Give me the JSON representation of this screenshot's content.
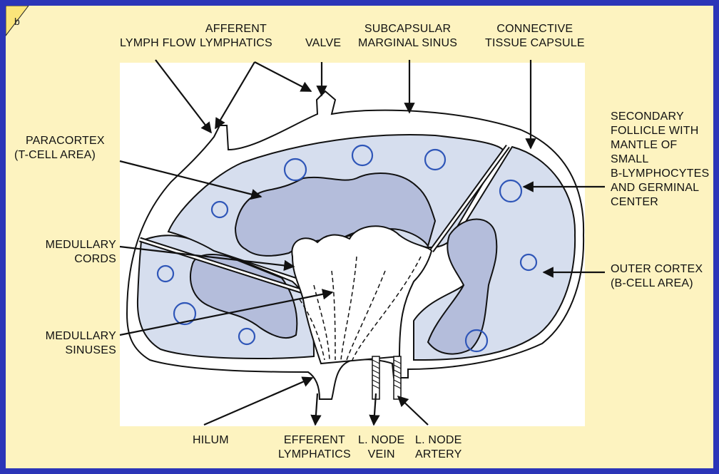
{
  "panel_letter": "b",
  "labels": {
    "afferent_lymphatics": [
      "AFFERENT",
      "LYMPHATICS"
    ],
    "lymph_flow": [
      "LYMPH FLOW"
    ],
    "valve": [
      "VALVE"
    ],
    "subcapsular_marginal_sinus": [
      "SUBCAPSULAR",
      "MARGINAL SINUS"
    ],
    "connective_tissue_capsule": [
      "CONNECTIVE",
      "TISSUE CAPSULE"
    ],
    "secondary_follicle": [
      "SECONDARY",
      "FOLLICLE WITH",
      "MANTLE OF",
      "SMALL",
      "B-LYMPHOCYTES",
      "AND GERMINAL",
      "CENTER"
    ],
    "paracortex": [
      "PARACORTEX",
      "(T-CELL AREA)"
    ],
    "medullary_cords": [
      "MEDULLARY",
      "CORDS"
    ],
    "medullary_sinuses": [
      "MEDULLARY",
      "SINUSES"
    ],
    "outer_cortex": [
      "OUTER CORTEX",
      "(B-CELL AREA)"
    ],
    "hilum": [
      "HILUM"
    ],
    "efferent_lymphatics": [
      "EFFERENT",
      "LYMPHATICS"
    ],
    "node_vein": [
      "L. NODE",
      "VEIN"
    ],
    "node_artery": [
      "L. NODE",
      "ARTERY"
    ]
  },
  "colors": {
    "border": "#2b35b8",
    "background": "#fdf3c0",
    "cortex_fill": "#d6deee",
    "paracortex_fill": "#b4bddb",
    "follicle_stroke": "#2f56b8",
    "line": "#111111"
  }
}
